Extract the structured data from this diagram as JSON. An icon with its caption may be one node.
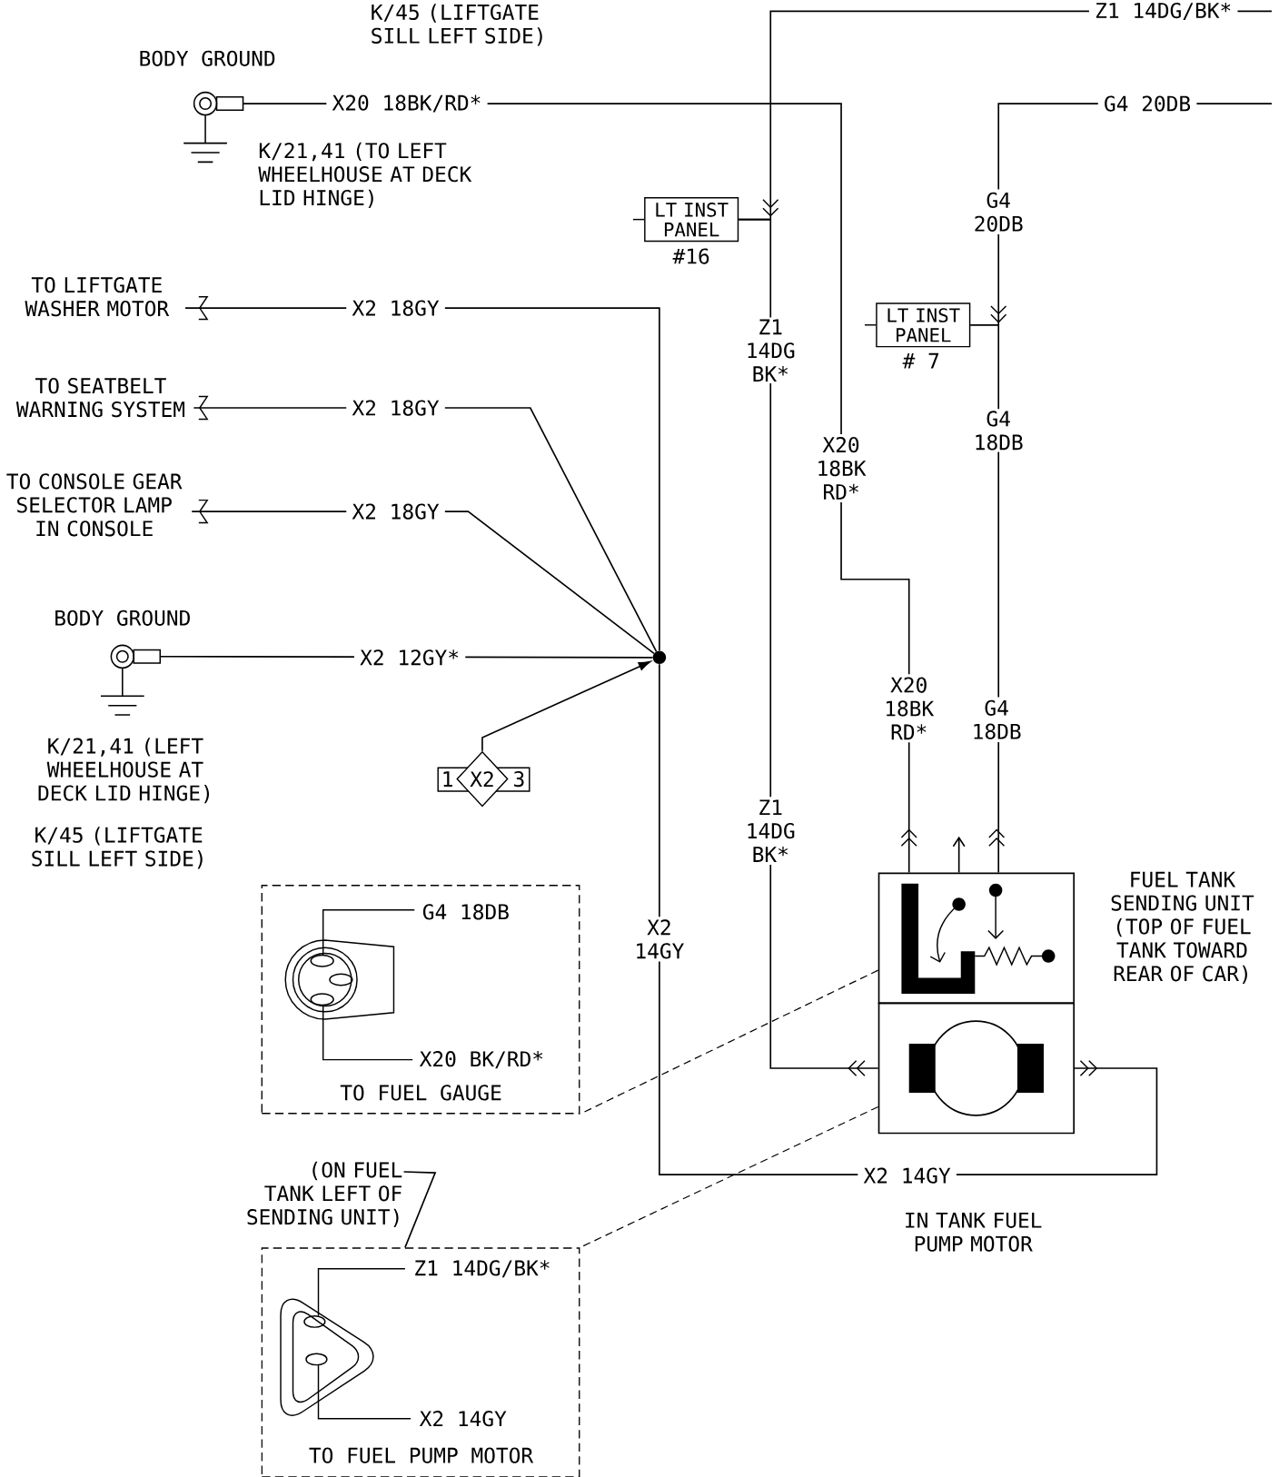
{
  "diagram": {
    "nodes": [
      {
        "text": [],
        "shape": "terminal",
        "beside": [
          "BODY GROUND",
          "K/21,41 (TO LEFT WHEELHOUSE AT DECK LID HINGE)"
        ]
      },
      {
        "text": [
          "TO LIFTGATE WASHER MOTOR"
        ]
      },
      {
        "text": [
          "TO SEATBELT WARNING SYSTEM"
        ]
      },
      {
        "text": [
          "TO CONSOLE GEAR SELECTOR LAMP IN CONSOLE"
        ]
      },
      {
        "text": [],
        "shape": "terminal",
        "beside": [
          "BODY GROUND",
          "K/21,41 (LEFT WHEELHOUSE AT DECK LID HINGE)",
          "K/45 (LIFTGATE SILL LEFT SIDE)"
        ]
      },
      {
        "text": [],
        "shape": "circle"
      },
      {
        "text": [
          "1",
          "X2",
          "3"
        ]
      },
      {
        "text": [
          "LT INST PANEL"
        ],
        "beside": [
          "#16"
        ]
      },
      {
        "text": [
          "LT INST PANEL"
        ],
        "beside": [
          "# 7"
        ]
      },
      {
        "text": [],
        "shape": "box",
        "beside": [
          "FUEL TANK SENDING UNIT (TOP OF FUEL TANK TOWARD REAR OF CAR)"
        ]
      },
      {
        "text": [],
        "shape": "box",
        "beside": [
          "IN TANK FUEL PUMP MOTOR"
        ]
      },
      {
        "text": [
          "G4 18DB",
          "X20 BK/RD*",
          "TO FUEL GAUGE"
        ]
      },
      {
        "text": [
          "Z1 14DG/BK*",
          "X2 14GY",
          "TO FUEL PUMP MOTOR"
        ]
      },
      {
        "text": [
          "(ON FUEL TANK LEFT OF SENDING UNIT)"
        ]
      }
    ],
    "edges": [
      {
        "from": 9,
        "to": 0,
        "arrow": "to",
        "label": "X20 18BK/RD*"
      },
      {
        "from": null,
        "to": 7,
        "arrow": "none",
        "label": "Z1 14DG/BK*"
      },
      {
        "from": 10,
        "to": 7,
        "arrow": "to",
        "label": "Z1 14DG BK*"
      },
      {
        "from": null,
        "to": 8,
        "arrow": "none",
        "label": "G4 20DB"
      },
      {
        "from": 9,
        "to": 8,
        "arrow": "to",
        "label": "G4 18DB"
      },
      {
        "from": 1,
        "to": 5,
        "arrow": "none",
        "label": "X2 18GY"
      },
      {
        "from": 2,
        "to": 5,
        "arrow": "none",
        "label": "X2 18GY"
      },
      {
        "from": 3,
        "to": 5,
        "arrow": "none",
        "label": "X2 18GY"
      },
      {
        "from": 4,
        "to": 5,
        "arrow": "none",
        "label": "X2 12GY*"
      },
      {
        "from": 6,
        "to": 5,
        "arrow": "to"
      },
      {
        "from": 5,
        "to": 10,
        "arrow": "none",
        "label": "X2 14GY"
      },
      {
        "from": 9,
        "to": 11,
        "arrow": "none",
        "style": "dashed"
      },
      {
        "from": 10,
        "to": 12,
        "arrow": "none",
        "style": "dashed"
      },
      {
        "from": 13,
        "to": 12,
        "arrow": "none"
      },
      {
        "from": 9,
        "to": null,
        "arrow": "to"
      }
    ],
    "labels": [
      "K/45 (LIFTGATE SILL LEFT SIDE)",
      "G4 20DB",
      "X20 18BK RD*",
      "X20 18BK RD*",
      "G4 18DB",
      "Z1 14DG BK*",
      "X2 14GY"
    ]
  }
}
